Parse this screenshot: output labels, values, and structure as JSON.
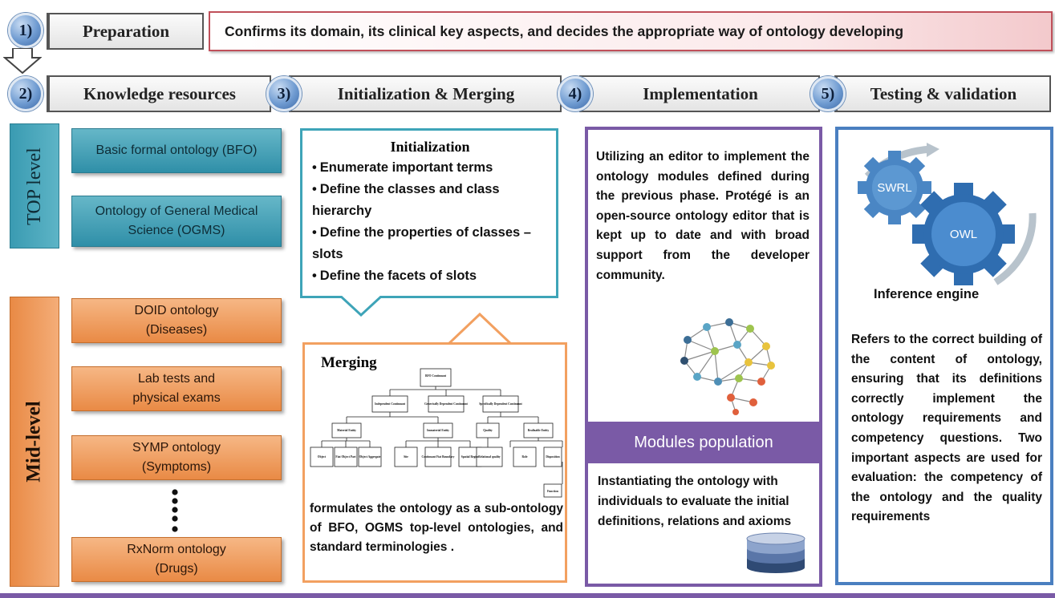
{
  "steps": {
    "s1": {
      "num": "1)",
      "label": "Preparation",
      "desc": "Confirms its domain, its clinical key aspects, and decides the appropriate way of ontology developing"
    },
    "s2": {
      "num": "2)",
      "label": "Knowledge resources"
    },
    "s3": {
      "num": "3)",
      "label": "Initialization & Merging"
    },
    "s4": {
      "num": "4)",
      "label": "Implementation"
    },
    "s5": {
      "num": "5)",
      "label": "Testing & validation"
    }
  },
  "knowledge": {
    "top_label": "TOP level",
    "mid_label": "Mid-level",
    "top_items": [
      "Basic formal ontology (BFO)",
      "Ontology of General Medical Science (OGMS)"
    ],
    "mid_items": [
      {
        "line1": "DOID ontology",
        "line2": "(Diseases)"
      },
      {
        "line1": "Lab tests and",
        "line2": "physical exams"
      },
      {
        "line1": "SYMP ontology",
        "line2": "(Symptoms)"
      },
      {
        "line1": "RxNorm ontology",
        "line2": "(Drugs)"
      }
    ]
  },
  "init": {
    "title": "Initialization",
    "bullets": [
      "Enumerate important terms",
      "Define the classes and class hierarchy",
      "Define the properties of classes – slots",
      "Define the facets of slots"
    ]
  },
  "merging": {
    "title": "Merging",
    "tree": {
      "root": "BFO Continuant",
      "level1": [
        "Independent Continuant",
        "Generically Dependent Continuant",
        "Specifically Dependent Continuant"
      ],
      "level2": [
        "Material Entity",
        "Immaterial Entity",
        "Quality",
        "Realizable Entity"
      ],
      "level3": [
        "Object",
        "Fiat Object Part",
        "Object Aggregate",
        "Site",
        "Continuant Fiat Boundary",
        "Spatial Region",
        "Relational quality",
        "Role",
        "Disposition",
        "Function"
      ]
    },
    "desc": "formulates the ontology as a sub-ontology of BFO, OGMS top-level ontologies, and standard terminologies ."
  },
  "implementation": {
    "desc": "Utilizing an editor to implement the ontology modules defined during the previous phase. Protégé is an open-source ontology editor that is kept up to date and with broad support from the developer community.",
    "modules_title": "Modules population",
    "modules_desc": "Instantiating the ontology with individuals to evaluate the initial definitions, relations and axioms"
  },
  "testing": {
    "gear_small": "SWRL",
    "gear_large": "OWL",
    "engine_label": "Inference engine",
    "desc": "Refers to the correct building of the content of ontology, ensuring that its definitions correctly implement the ontology requirements and competency questions. Two important aspects are used for evaluation: the competency of the ontology and the quality requirements"
  },
  "colors": {
    "teal": "#3ea4b8",
    "orange": "#ee8f4a",
    "purple": "#7a5aa6",
    "blue": "#4a7fc0",
    "pink_border": "#c0505a"
  },
  "icons": [
    "down-arrow-icon",
    "brain-network-icon",
    "database-icon",
    "gears-icon",
    "vertical-dots-icon"
  ]
}
